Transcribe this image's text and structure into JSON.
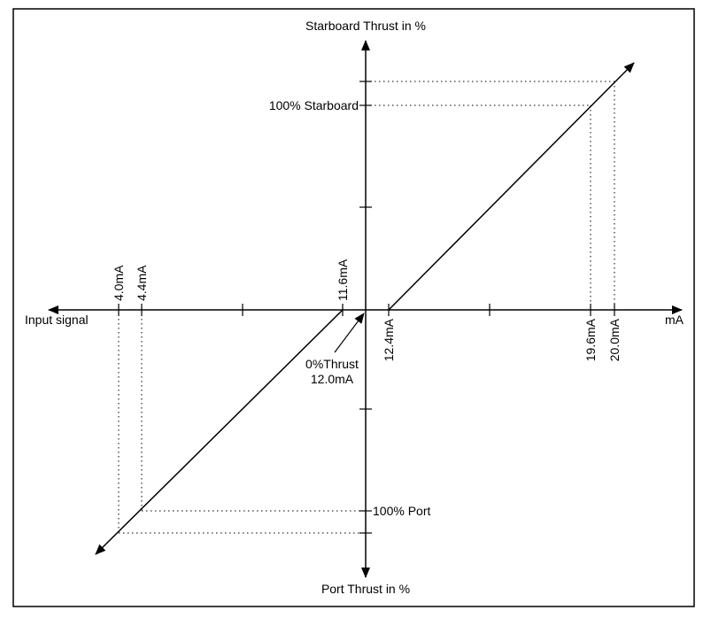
{
  "axes": {
    "y_top_label": "Starboard Thrust in %",
    "y_bottom_label": "Port Thrust in %",
    "x_left_label": "Input signal",
    "x_right_label": "mA"
  },
  "x_markers": [
    {
      "label": "4.0mA",
      "value": 4.0
    },
    {
      "label": "4.4mA",
      "value": 4.4
    },
    {
      "label": "11.6mA",
      "value": 11.6
    },
    {
      "label": "12.4mA",
      "value": 12.4
    },
    {
      "label": "19.6mA",
      "value": 19.6
    },
    {
      "label": "20.0mA",
      "value": 20.0
    }
  ],
  "y_labels": {
    "starboard_100": "100% Starboard",
    "port_100": "100% Port"
  },
  "center_note": {
    "line1": "0%Thrust",
    "line2": "12.0mA"
  }
}
